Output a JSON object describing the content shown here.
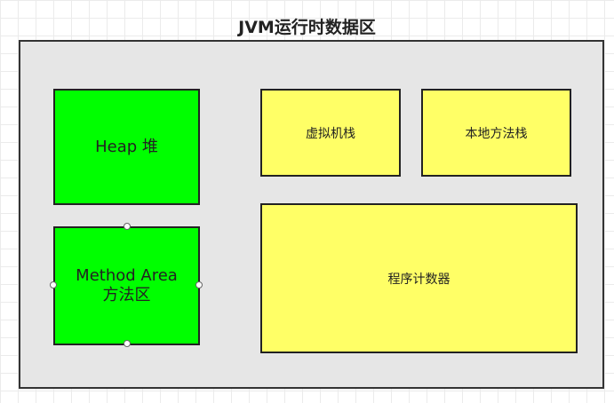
{
  "title": "JVM运行时数据区",
  "colors": {
    "background_frame": "#e6e6e6",
    "green": "#00ff00",
    "yellow": "#ffff66",
    "border": "#222222"
  },
  "areas": {
    "heap": {
      "label": "Heap 堆",
      "color": "#00ff00"
    },
    "method_area": {
      "label_line1": "Method Area",
      "label_line2": "方法区",
      "color": "#00ff00",
      "selected": true
    },
    "vm_stack": {
      "label": "虚拟机栈",
      "color": "#ffff66"
    },
    "native_stack": {
      "label": "本地方法栈",
      "color": "#ffff66"
    },
    "pc_register": {
      "label": "程序计数器",
      "color": "#ffff66"
    }
  }
}
